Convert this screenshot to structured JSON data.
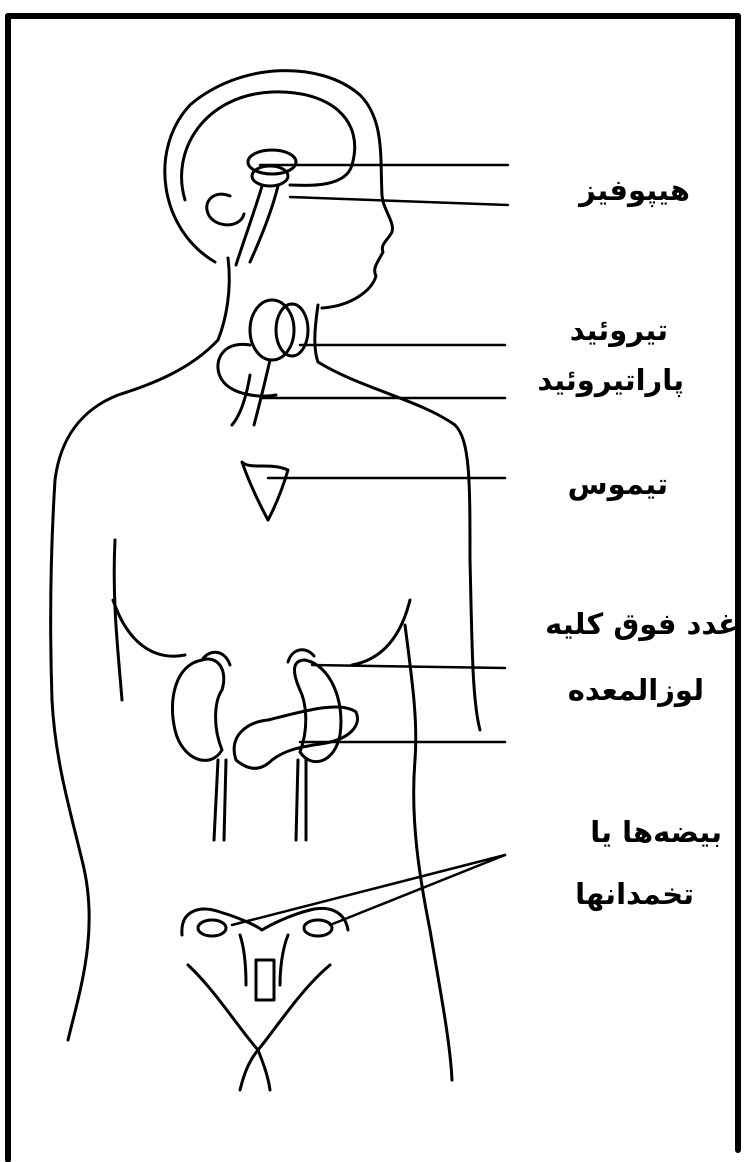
{
  "diagram": {
    "labels": {
      "pituitary": "هیپوفیز",
      "thyroid": "تیروئید",
      "parathyroid": "پاراتیروئید",
      "thymus": "تیموس",
      "adrenal": "غدد فوق کلیه",
      "pancreas": "لوزالمعده",
      "gonads_line1": "بیضه‌ها یا",
      "gonads_line2": "تخمدانها"
    },
    "colors": {
      "ink": "#000000",
      "paper": "#ffffff"
    }
  }
}
